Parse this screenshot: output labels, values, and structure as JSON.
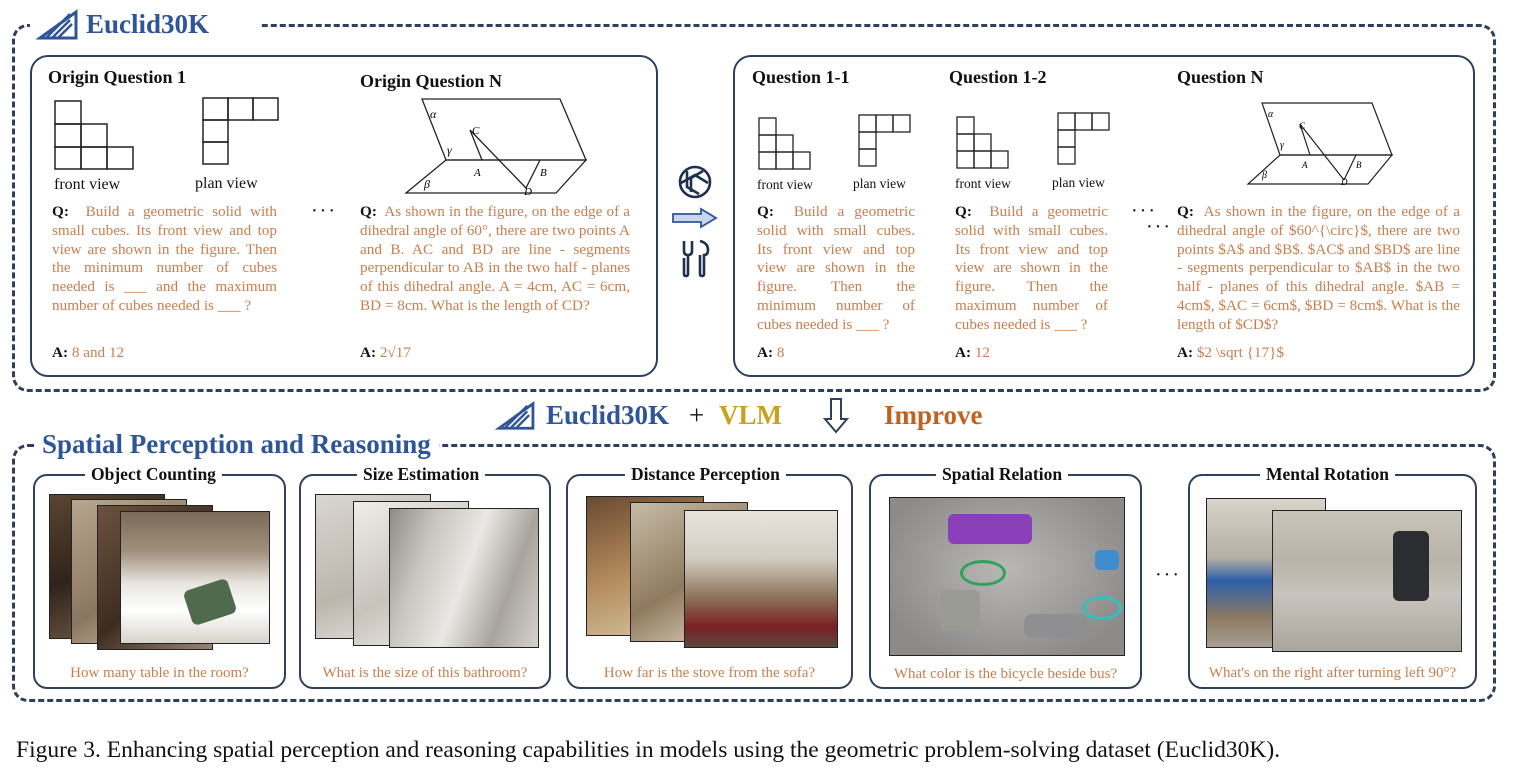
{
  "top": {
    "title": "Euclid30K",
    "origin": {
      "q1": {
        "heading": "Origin Question 1",
        "front_label": "front view",
        "plan_label": "plan view",
        "q_prefix": "Q:",
        "question": "Build a geometric solid with small cubes. Its front view and top view are shown in the figure. Then the minimum number of cubes needed is ___ and the maximum number of cubes needed is ___ ?",
        "a_prefix": "A:",
        "answer": "8 and 12"
      },
      "between_dots": "···",
      "qn": {
        "heading": "Origin Question N",
        "question": "As shown in the figure, on the edge of a dihedral angle of 60°, there are two points A and B. AC and BD are line - segments perpendicular to AB in the two half - planes of this dihedral angle. A = 4cm, AC = 6cm, BD = 8cm. What is the length of CD?",
        "answer": "2√17"
      }
    },
    "rewritten": {
      "q11": {
        "heading": "Question 1-1",
        "front_label": "front view",
        "plan_label": "plan view",
        "question": "Build a geometric solid with small cubes. Its front view and top view are shown in the figure. Then the minimum number of cubes needed is ___ ?",
        "answer": "8"
      },
      "q12": {
        "heading": "Question 1-2",
        "front_label": "front view",
        "plan_label": "plan view",
        "question": "Build a geometric solid with small cubes. Its front view and top view are shown in the figure. Then the maximum number of cubes needed is ___ ?",
        "answer": "12"
      },
      "between_dots": "···",
      "qn": {
        "heading": "Question N",
        "question": "As shown in the figure, on the edge of a dihedral angle of $60^{\\circ}$, there are two points $A$ and $B$. $AC$ and $BD$ are line - segments perpendicular to $AB$ in the two half - planes of this dihedral angle. $AB = 4cm$, $AC = 6cm$, $BD = 8cm$. What is the length of $CD$?",
        "answer": "$2 \\sqrt {17}$"
      }
    },
    "geometry_labels": {
      "alpha": "α",
      "gamma": "γ",
      "beta": "β",
      "A": "A",
      "B": "B",
      "C": "C",
      "D": "D"
    },
    "icons": [
      "openai-logo-icon",
      "arrow-right-icon",
      "tools-icon"
    ]
  },
  "middle": {
    "name": "Euclid30K",
    "plus": "+",
    "vlm": "VLM",
    "improve": "Improve",
    "colors": {
      "name": "#2e5597",
      "vlm": "#c9a11a",
      "improve": "#c0611d"
    }
  },
  "bottom": {
    "title": "Spatial Perception and Reasoning",
    "dots": "···",
    "tasks": [
      {
        "title": "Object Counting",
        "question": "How many table in the room?"
      },
      {
        "title": "Size Estimation",
        "question": "What is the size of this bathroom?"
      },
      {
        "title": "Distance Perception",
        "question": "How far is the stove from the sofa?"
      },
      {
        "title": "Spatial Relation",
        "question": "What color is the bicycle beside bus?"
      },
      {
        "title": "Mental Rotation",
        "question": "What's on the right after turning left 90°?"
      }
    ]
  },
  "caption": "Figure 3. Enhancing spatial perception and reasoning capabilities in models using the geometric problem-solving dataset (Euclid30K)."
}
